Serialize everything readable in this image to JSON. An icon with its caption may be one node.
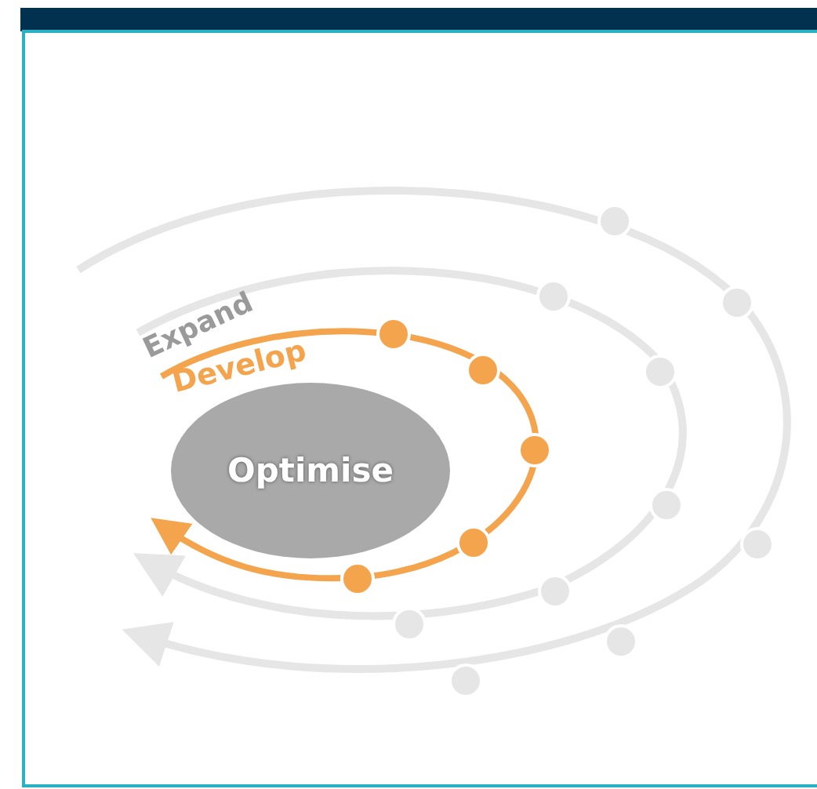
{
  "diagram": {
    "nodes": [
      {
        "text": [
          "Optimise"
        ]
      }
    ],
    "labels": [
      "Expand",
      "Develop"
    ]
  }
}
